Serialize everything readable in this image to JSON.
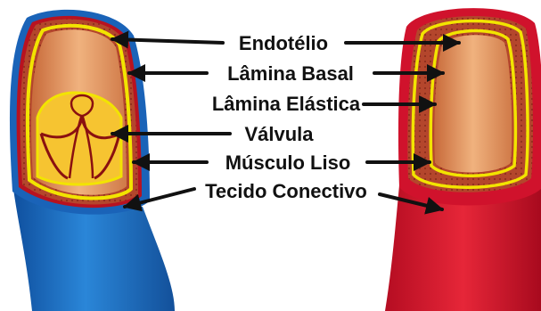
{
  "labels": {
    "endotelio": "Endotélio",
    "lamina_basal": "Lâmina Basal",
    "lamina_elastica": "Lâmina Elástica",
    "valvula": "Válvula",
    "musculo_liso": "Músculo Liso",
    "tecido_conectivo": "Tecido Conectivo"
  },
  "colors": {
    "vein_outer": "#1a63b8",
    "artery_outer": "#d0122c",
    "muscle_layer": "#b8452a",
    "lumen": "#e8a06a",
    "elastic_lamina": "#f2e400",
    "valve": "#f5c636",
    "valve_outline": "#8a1010",
    "arrow": "#111111"
  }
}
